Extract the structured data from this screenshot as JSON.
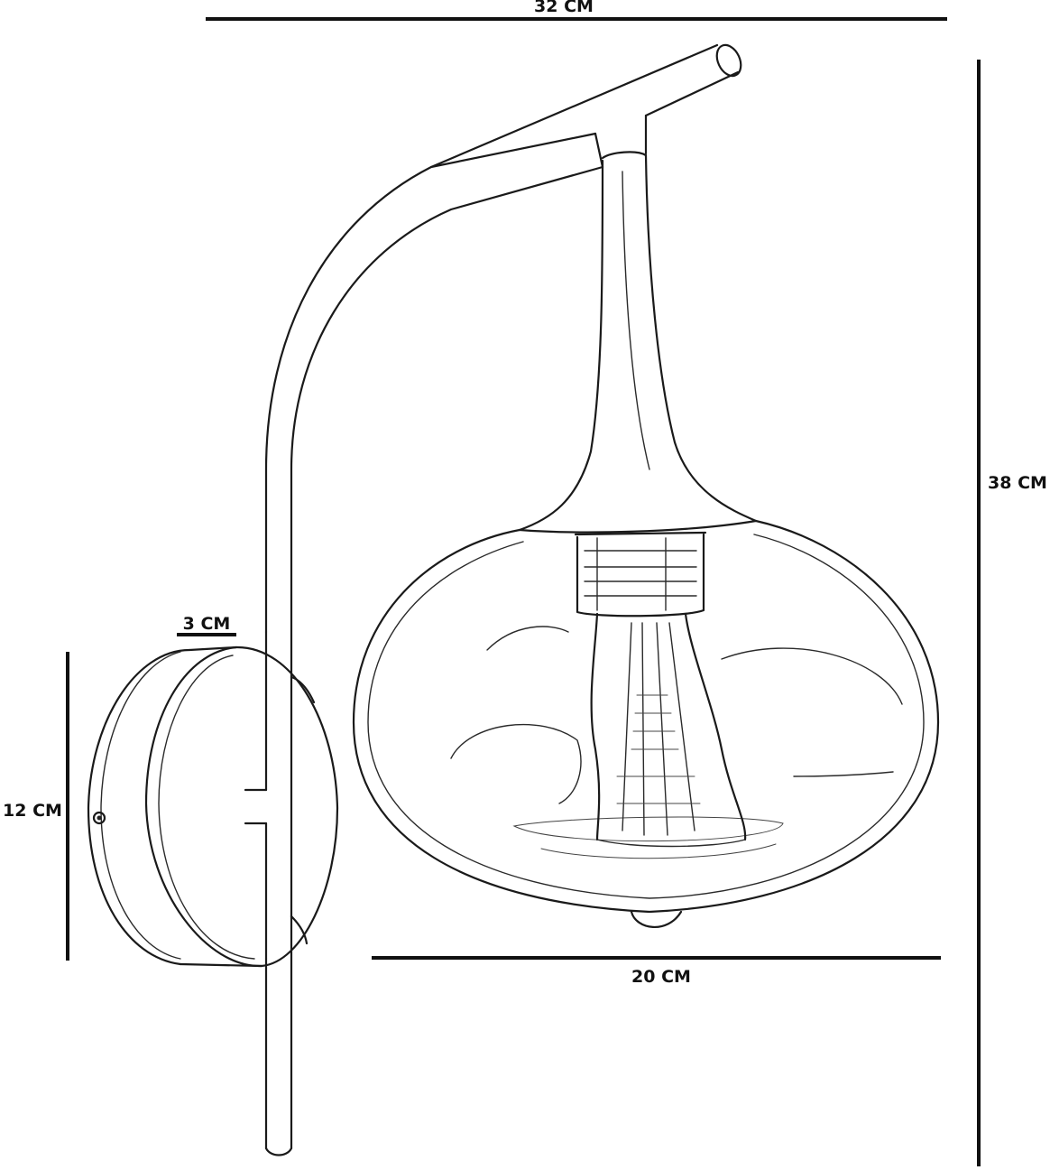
{
  "dimensions": {
    "top_width": "32 CM",
    "height": "38 CM",
    "base_depth": "3 CM",
    "base_diameter": "12 CM",
    "shade_width": "20 CM"
  }
}
